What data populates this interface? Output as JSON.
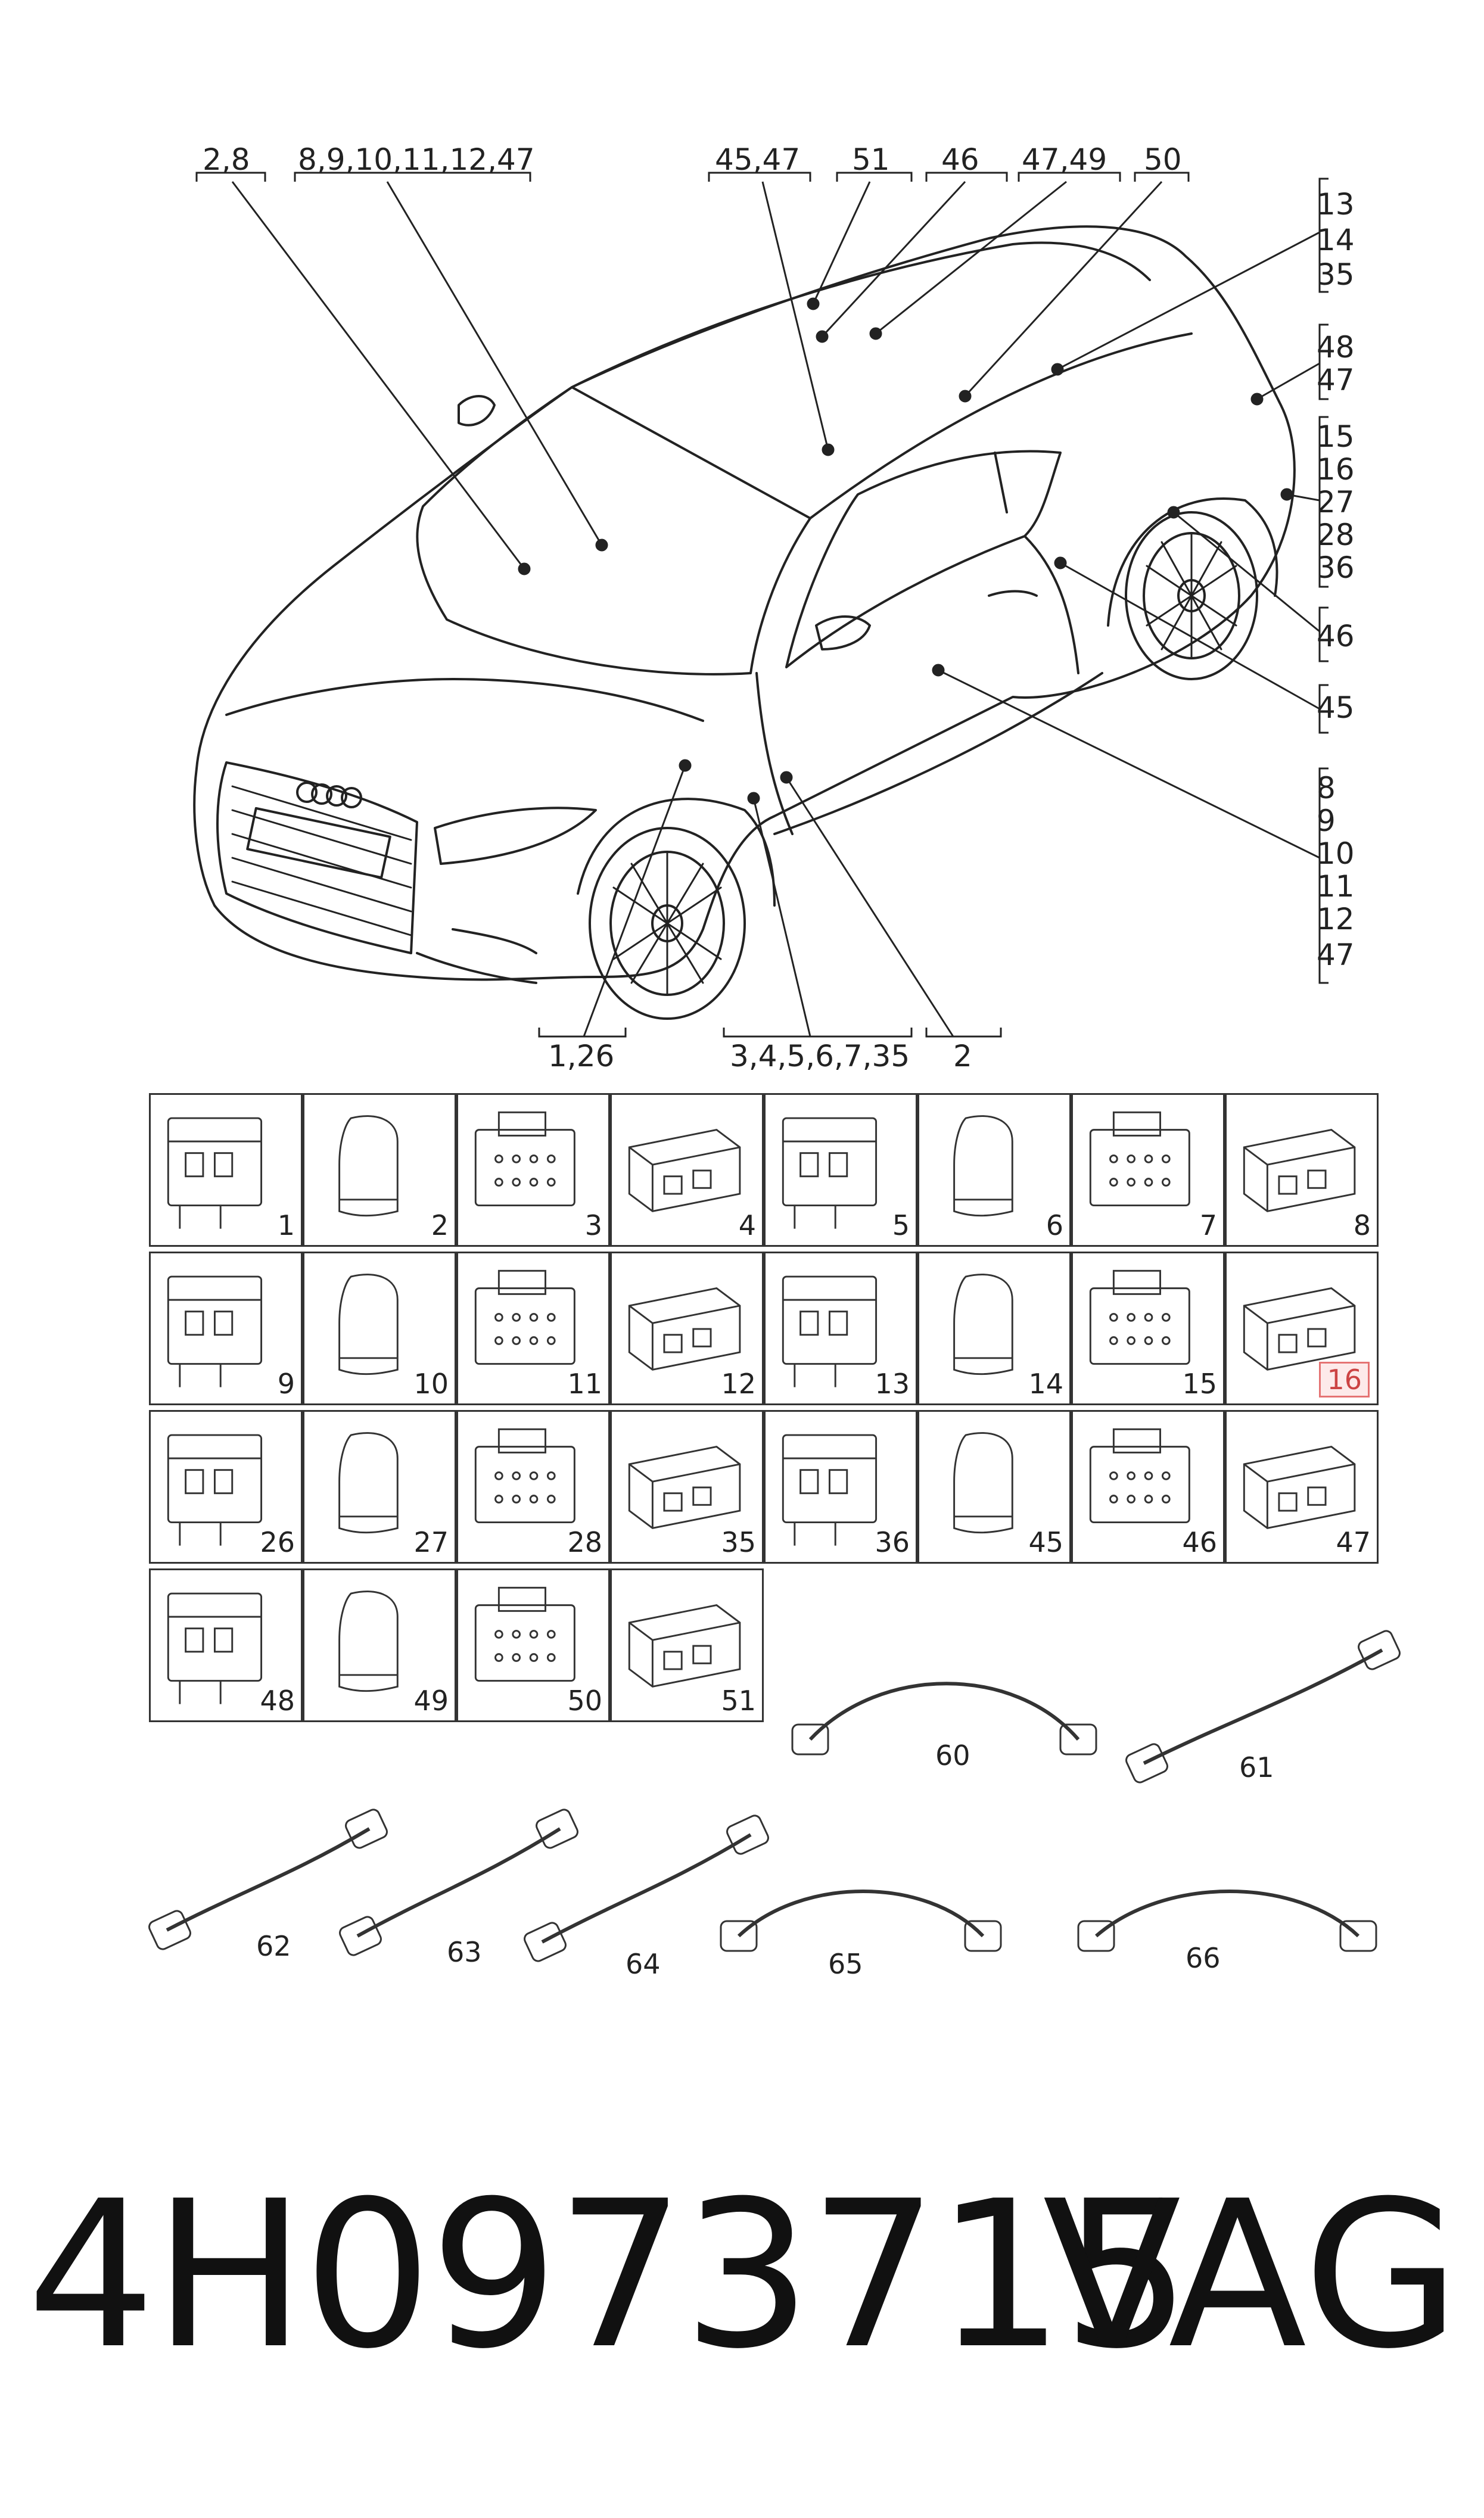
{
  "diagram": {
    "top_callouts": [
      {
        "id": "c28",
        "label": "2,8"
      },
      {
        "id": "c8to47",
        "label": "8,9,10,11,12,47"
      },
      {
        "id": "c4547",
        "label": "45,47"
      },
      {
        "id": "c51",
        "label": "51"
      },
      {
        "id": "c46",
        "label": "46"
      },
      {
        "id": "c4749",
        "label": "47,49"
      },
      {
        "id": "c50",
        "label": "50"
      }
    ],
    "right_callouts": [
      {
        "id": "r1",
        "lines": [
          "13",
          "14",
          "35"
        ]
      },
      {
        "id": "r2",
        "lines": [
          "48",
          "47"
        ]
      },
      {
        "id": "r3",
        "lines": [
          "15",
          "16",
          "27",
          "28",
          "36"
        ]
      },
      {
        "id": "r4",
        "lines": [
          "46"
        ]
      },
      {
        "id": "r5",
        "lines": [
          "45"
        ]
      },
      {
        "id": "r6",
        "lines": [
          "8",
          "9",
          "10",
          "11",
          "12",
          "47"
        ]
      }
    ],
    "bottom_callouts": [
      {
        "id": "b1",
        "label": "1,26"
      },
      {
        "id": "b2",
        "label": "3,4,5,6,7,35"
      },
      {
        "id": "b3",
        "label": "2"
      }
    ],
    "parts_rows": [
      [
        "1",
        "2",
        "3",
        "4",
        "5",
        "6",
        "7",
        "8"
      ],
      [
        "9",
        "10",
        "11",
        "12",
        "13",
        "14",
        "15",
        "16"
      ],
      [
        "26",
        "27",
        "28",
        "35",
        "36",
        "45",
        "46",
        "47"
      ],
      [
        "48",
        "49",
        "50",
        "51"
      ]
    ],
    "highlighted_part": "16",
    "cables": [
      "60",
      "61",
      "62",
      "63",
      "64",
      "65",
      "66"
    ]
  },
  "footer": {
    "part_number": "4H0973715",
    "brand": "VAG"
  },
  "colors": {
    "line": "#222222",
    "highlight_border": "#e57373",
    "highlight_fill": "#fdeaea"
  }
}
